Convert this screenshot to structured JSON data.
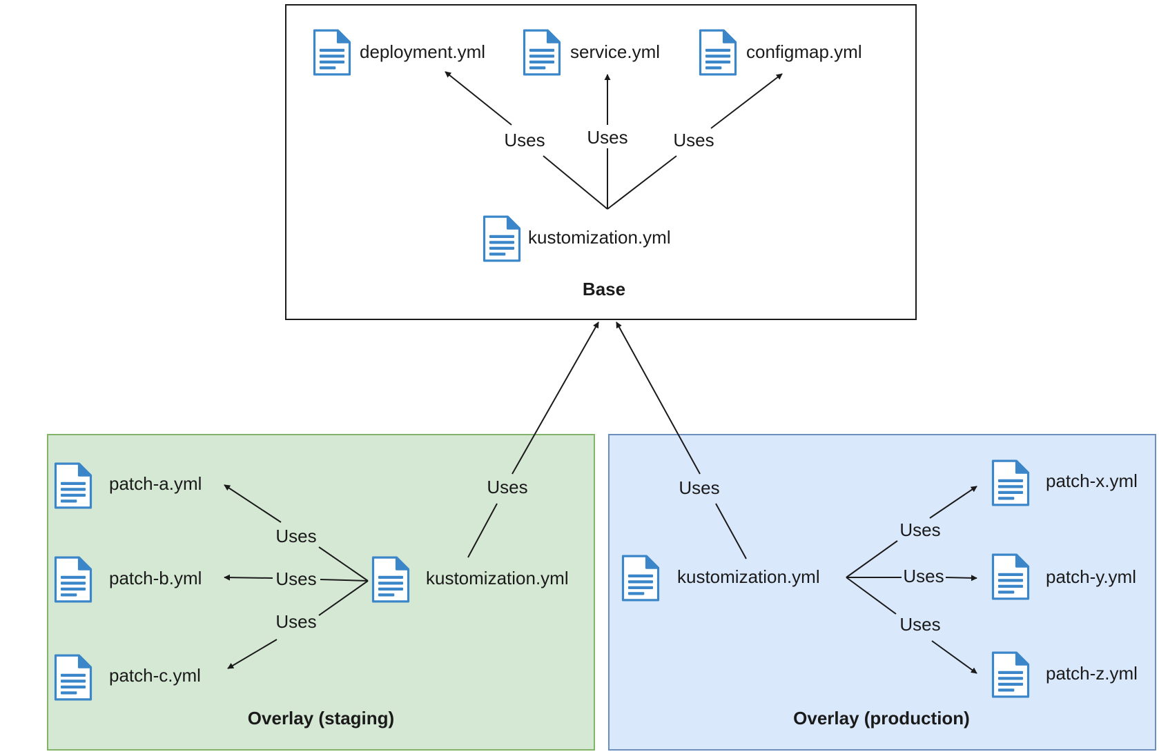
{
  "groups": {
    "base": {
      "label": "Base"
    },
    "staging": {
      "label": "Overlay (staging)",
      "fill": "#d5e8d4",
      "stroke": "#82b366"
    },
    "production": {
      "label": "Overlay (production)",
      "fill": "#dae8fc",
      "stroke": "#6c8ebf"
    }
  },
  "files": {
    "deployment": "deployment.yml",
    "service": "service.yml",
    "configmap": "configmap.yml",
    "base_kustomization": "kustomization.yml",
    "patch_a": "patch-a.yml",
    "patch_b": "patch-b.yml",
    "patch_c": "patch-c.yml",
    "staging_kustomization": "kustomization.yml",
    "prod_kustomization": "kustomization.yml",
    "patch_x": "patch-x.yml",
    "patch_y": "patch-y.yml",
    "patch_z": "patch-z.yml"
  },
  "edge_label": "Uses",
  "file_icon": "document-icon",
  "colors": {
    "icon_blue": "#3a86c8",
    "line": "#1a1a1a"
  }
}
